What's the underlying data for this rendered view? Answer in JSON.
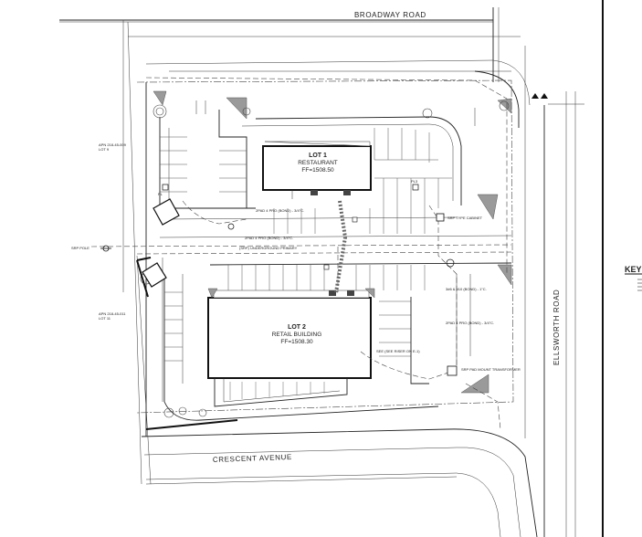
{
  "roads": {
    "north": "BROADWAY ROAD",
    "south": "CRESCENT AVENUE",
    "east": "ELLSWORTH ROAD"
  },
  "lot1": {
    "title": "LOT 1",
    "use": "RESTAURANT",
    "ff": "FF=1508.50"
  },
  "lot2": {
    "title": "LOT 2",
    "use": "RETAIL BUILDING",
    "ff": "FF=1508.30"
  },
  "key": {
    "label": "KEY"
  },
  "labels": {
    "srp_pole": "SRP POLE",
    "srp_type_cabinet": "SRP TYPE CABINET",
    "underground_primary": "(SRP) UNDERGROUND PRIMARY",
    "pl": "PL",
    "pl3": "PL3",
    "conduit_lot1": "2PAD 4 PRO (BOND) - 3/4\"C.",
    "conduit_mid": "2PAD 4 PRO (BOND) - 3/4\"C.",
    "conduit_lot2": "2PAD 4 PRO (BOND) - 3/4\"C.",
    "conduit_east": "3#6 & #10 (BOND) - 1\"C.",
    "srp_pad_mount": "SRP PAD MOUNT TRANSFORMER",
    "apn_north": "APN 218-45-009",
    "apn_south": "APN 218-45-011",
    "lot_note_north": "LOT 9",
    "lot_note_south": "LOT 11",
    "riser": "SEE (SEE RISER ON E-1)"
  },
  "colors": {
    "line": "#222222",
    "hatch": "#9a9a9a",
    "background": "#ffffff"
  }
}
